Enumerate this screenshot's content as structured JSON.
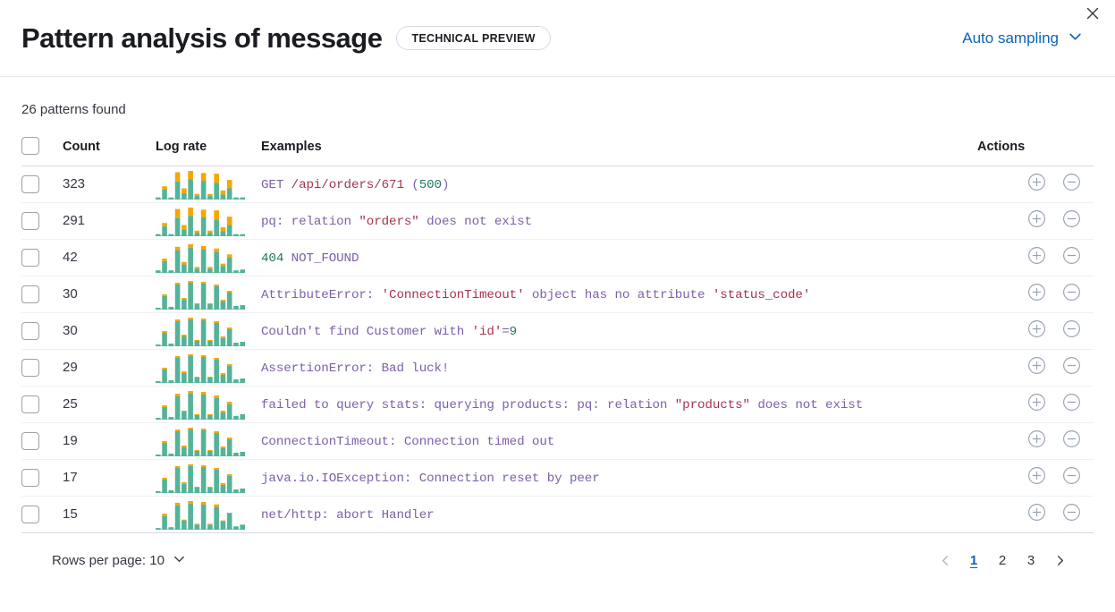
{
  "header": {
    "title": "Pattern analysis of message",
    "badge": "TECHNICAL PREVIEW",
    "sampling_label": "Auto sampling",
    "chevron_icon": "chevron-down-icon",
    "close_icon": "close-icon"
  },
  "summary": {
    "patterns_found": "26 patterns found"
  },
  "table": {
    "columns": {
      "count": "Count",
      "log_rate": "Log rate",
      "examples": "Examples",
      "actions": "Actions"
    },
    "colors": {
      "bar_primary": "#54b399",
      "bar_secondary": "#f5a700",
      "token_default": "#7d60a8",
      "token_string": "#a6334e",
      "token_number": "#1f7a63",
      "link": "#0b64b6"
    },
    "action_icons": {
      "add": "plus-circle-icon",
      "remove": "minus-circle-icon"
    },
    "rows": [
      {
        "count": "323",
        "example_tokens": [
          {
            "t": "GET ",
            "c": "p"
          },
          {
            "t": "/api/orders/671",
            "c": "r"
          },
          {
            "t": " (",
            "c": "p"
          },
          {
            "t": "500",
            "c": "g"
          },
          {
            "t": ")",
            "c": "p"
          }
        ],
        "sparkline": {
          "primary": [
            3,
            14,
            3,
            26,
            9,
            29,
            5,
            27,
            5,
            24,
            7,
            16,
            3,
            3
          ],
          "secondary": [
            0,
            5,
            0,
            13,
            7,
            12,
            3,
            11,
            3,
            13,
            6,
            12,
            0,
            0
          ]
        }
      },
      {
        "count": "291",
        "example_tokens": [
          {
            "t": "pq: relation ",
            "c": "p"
          },
          {
            "t": "\"orders\"",
            "c": "r"
          },
          {
            "t": " does not exist",
            "c": "p"
          }
        ],
        "sparkline": {
          "primary": [
            3,
            14,
            3,
            26,
            9,
            29,
            5,
            27,
            5,
            24,
            7,
            16,
            3,
            3
          ],
          "secondary": [
            0,
            5,
            0,
            13,
            7,
            12,
            3,
            11,
            3,
            13,
            6,
            12,
            0,
            0
          ]
        }
      },
      {
        "count": "42",
        "example_tokens": [
          {
            "t": "404",
            "c": "g"
          },
          {
            "t": " NOT_FOUND",
            "c": "p"
          }
        ],
        "sparkline": {
          "primary": [
            3,
            14,
            3,
            27,
            10,
            30,
            5,
            28,
            5,
            25,
            8,
            18,
            3,
            4
          ],
          "secondary": [
            0,
            3,
            0,
            4,
            3,
            4,
            2,
            4,
            2,
            4,
            3,
            4,
            0,
            0
          ]
        }
      },
      {
        "count": "30",
        "example_tokens": [
          {
            "t": "AttributeError: ",
            "c": "p"
          },
          {
            "t": "'ConnectionTimeout'",
            "c": "r"
          },
          {
            "t": " object has no attribute ",
            "c": "p"
          },
          {
            "t": "'status_code'",
            "c": "r"
          }
        ],
        "sparkline": {
          "primary": [
            2,
            15,
            3,
            28,
            11,
            30,
            6,
            29,
            6,
            26,
            9,
            19,
            4,
            5
          ],
          "secondary": [
            0,
            2,
            0,
            2,
            2,
            2,
            1,
            2,
            1,
            2,
            2,
            2,
            0,
            0
          ]
        }
      },
      {
        "count": "30",
        "example_tokens": [
          {
            "t": "Couldn't find Customer with ",
            "c": "p"
          },
          {
            "t": "'id'",
            "c": "r"
          },
          {
            "t": "=",
            "c": "p"
          },
          {
            "t": "9",
            "c": "g"
          }
        ],
        "sparkline": {
          "primary": [
            2,
            15,
            3,
            28,
            11,
            30,
            6,
            29,
            6,
            26,
            9,
            19,
            4,
            5
          ],
          "secondary": [
            0,
            2,
            0,
            2,
            2,
            2,
            1,
            2,
            1,
            2,
            2,
            2,
            0,
            0
          ]
        }
      },
      {
        "count": "29",
        "example_tokens": [
          {
            "t": "AssertionError: Bad luck!",
            "c": "p"
          }
        ],
        "sparkline": {
          "primary": [
            2,
            15,
            3,
            28,
            11,
            30,
            6,
            29,
            6,
            26,
            9,
            19,
            4,
            5
          ],
          "secondary": [
            0,
            2,
            0,
            2,
            2,
            2,
            1,
            2,
            1,
            2,
            2,
            2,
            0,
            0
          ]
        }
      },
      {
        "count": "25",
        "example_tokens": [
          {
            "t": "failed to query stats: querying products: pq: relation ",
            "c": "p"
          },
          {
            "t": "\"products\"",
            "c": "r"
          },
          {
            "t": " does not exist",
            "c": "p"
          }
        ],
        "sparkline": {
          "primary": [
            2,
            14,
            3,
            26,
            9,
            29,
            5,
            28,
            5,
            24,
            8,
            17,
            4,
            6
          ],
          "secondary": [
            0,
            2,
            0,
            3,
            1,
            3,
            1,
            3,
            1,
            3,
            2,
            3,
            0,
            0
          ]
        }
      },
      {
        "count": "19",
        "example_tokens": [
          {
            "t": "ConnectionTimeout: Connection timed out",
            "c": "p"
          }
        ],
        "sparkline": {
          "primary": [
            2,
            15,
            3,
            28,
            10,
            30,
            6,
            29,
            6,
            26,
            9,
            19,
            4,
            5
          ],
          "secondary": [
            0,
            2,
            0,
            2,
            2,
            2,
            1,
            2,
            1,
            2,
            2,
            2,
            0,
            0
          ]
        }
      },
      {
        "count": "17",
        "example_tokens": [
          {
            "t": "java.io.IOException: Connection reset by peer",
            "c": "p"
          }
        ],
        "sparkline": {
          "primary": [
            2,
            15,
            3,
            28,
            10,
            30,
            6,
            29,
            6,
            26,
            9,
            19,
            4,
            5
          ],
          "secondary": [
            0,
            2,
            0,
            2,
            2,
            2,
            1,
            2,
            1,
            2,
            2,
            2,
            0,
            0
          ]
        }
      },
      {
        "count": "15",
        "example_tokens": [
          {
            "t": "net/http: abort Handler",
            "c": "p"
          }
        ],
        "sparkline": {
          "primary": [
            2,
            16,
            3,
            29,
            11,
            31,
            6,
            30,
            6,
            27,
            10,
            20,
            4,
            6
          ],
          "secondary": [
            0,
            3,
            0,
            3,
            1,
            3,
            1,
            3,
            1,
            3,
            1,
            0,
            0,
            0
          ]
        }
      }
    ]
  },
  "footer": {
    "rows_per_page_label": "Rows per page: 10",
    "rows_per_page_icon": "chevron-down-icon",
    "prev_icon": "chevron-left-icon",
    "next_icon": "chevron-right-icon",
    "pages": [
      "1",
      "2",
      "3"
    ],
    "active_page": "1"
  }
}
